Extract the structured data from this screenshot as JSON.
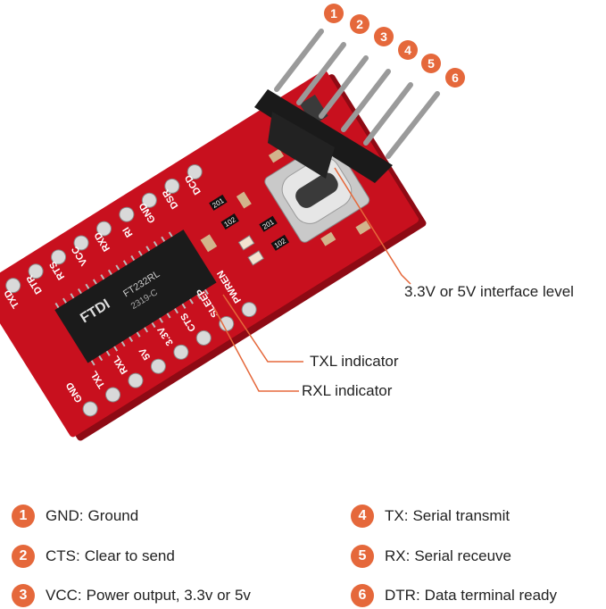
{
  "pin_numbers": [
    "1",
    "2",
    "3",
    "4",
    "5",
    "6"
  ],
  "board": {
    "pin_labels_left": [
      "TXD",
      "DTR",
      "RTS",
      "VCC",
      "RXD",
      "RI",
      "GND",
      "DSR",
      "DCD"
    ],
    "pin_labels_right": [
      "GND",
      "TXL",
      "RXL",
      "5V",
      "3.3V",
      "CTS",
      "SLEEP",
      "PWREN"
    ],
    "chip_brand": "FTDI",
    "chip_model": "FT232RL",
    "chip_code": "2319-C",
    "resistor_labels": [
      "201",
      "102",
      "201",
      "102"
    ],
    "colors": {
      "pcb": "#c8101e",
      "pcb_dark": "#8e0a14",
      "chip": "#1b1b1b",
      "connector": "#c9c9c9",
      "badge": "#e5683b"
    }
  },
  "callouts": {
    "interface_level": "3.3V or 5V interface level",
    "txl": "TXL indicator",
    "rxl": "RXL indicator"
  },
  "legend": [
    {
      "num": "1",
      "key": "GND:",
      "desc": "Ground"
    },
    {
      "num": "2",
      "key": "CTS:",
      "desc": "Clear to send"
    },
    {
      "num": "3",
      "key": "VCC:",
      "desc": "Power output, 3.3v or 5v"
    },
    {
      "num": "4",
      "key": "TX:",
      "desc": "Serial transmit"
    },
    {
      "num": "5",
      "key": "RX:",
      "desc": "Serial receuve"
    },
    {
      "num": "6",
      "key": "DTR:",
      "desc": "Data terminal ready"
    }
  ]
}
